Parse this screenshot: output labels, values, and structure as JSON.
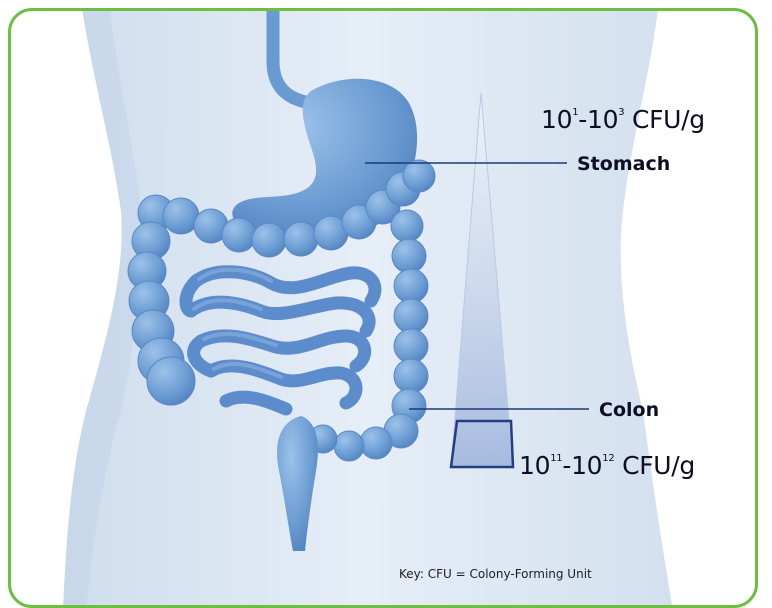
{
  "labels": {
    "stomach_count": {
      "base_low": "10",
      "exp_low": "1",
      "sep": "-",
      "base_high": "10",
      "exp_high": "3",
      "unit": " CFU/g"
    },
    "stomach": "Stomach",
    "colon": "Colon",
    "colon_count": {
      "base_low": "10",
      "exp_low": "11",
      "sep": "-",
      "base_high": "10",
      "exp_high": "12",
      "unit": " CFU/g"
    },
    "key": "Key: CFU = Colony-Forming Unit"
  },
  "colors": {
    "frame_border": "#6cbf3f",
    "body_fill": "#dde8f3",
    "organ_fill": "#6f9fd4",
    "organ_shadow": "#4e7fbd",
    "leader_line": "#1a3a78",
    "gradient_edge": "#233d85"
  }
}
